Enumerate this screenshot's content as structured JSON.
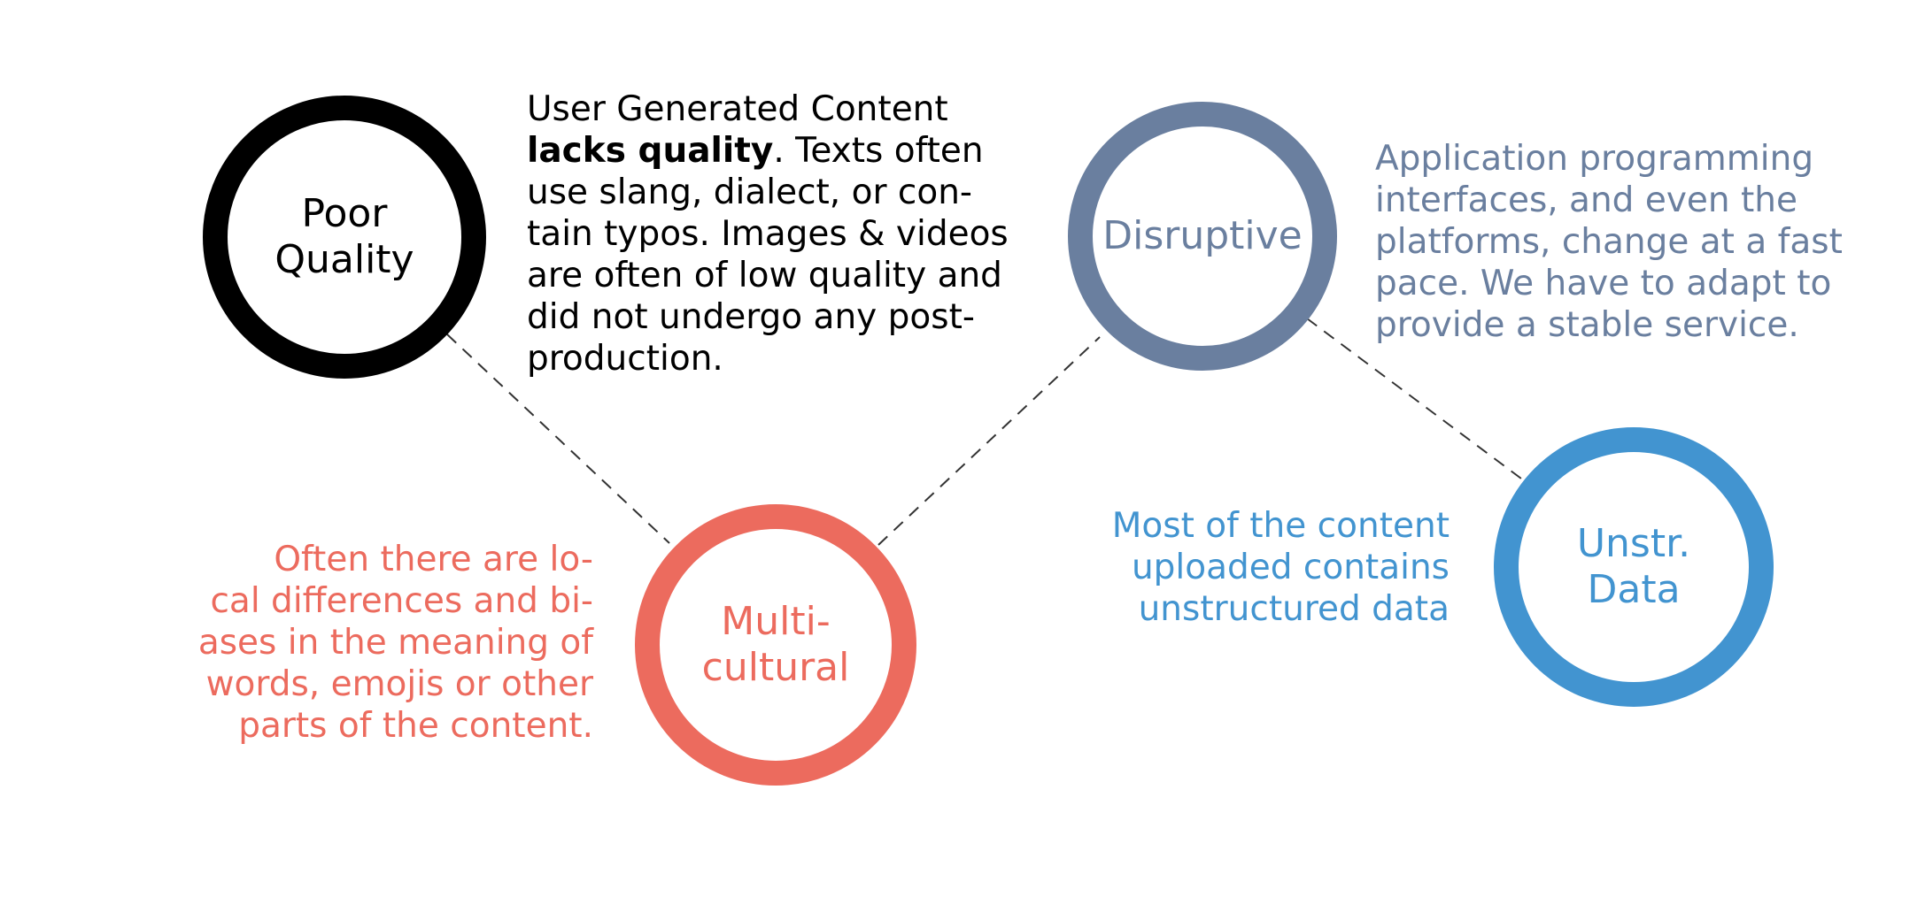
{
  "colors": {
    "poor_quality": "#000000",
    "disruptive": "#6a7f9f",
    "multicultural": "#ec6b5e",
    "unstructured": "#4294d0",
    "connector": "#333333"
  },
  "nodes": {
    "poor_quality": {
      "label": "Poor\nQuality"
    },
    "disruptive": {
      "label": "Disruptive"
    },
    "multicultural": {
      "label": "Multi-\ncultural"
    },
    "unstructured": {
      "label": "Unstr.\nData"
    }
  },
  "descriptions": {
    "poor_quality": {
      "line1": "User Generated Content",
      "line2_bold": "lacks quality",
      "line2_rest": ".  Texts often",
      "line3": "use slang, dialect, or con-",
      "line4": "tain typos.  Images & videos",
      "line5": "are often of low quality and",
      "line6": "did not undergo any post-",
      "line7": "production."
    },
    "disruptive": {
      "line1": "Application programming",
      "line2": "interfaces, and even the",
      "line3": "platforms, change at a fast",
      "line4": "pace.  We have to adapt to",
      "line5": "provide a stable service."
    },
    "multicultural": {
      "line1": "Often there are lo-",
      "line2": "cal differences and bi-",
      "line3": "ases in the meaning of",
      "line4": "words, emojis or other",
      "line5": "parts of the content."
    },
    "unstructured": {
      "line1": "Most of the content",
      "line2": "uploaded contains",
      "line3": "unstructured data"
    }
  }
}
